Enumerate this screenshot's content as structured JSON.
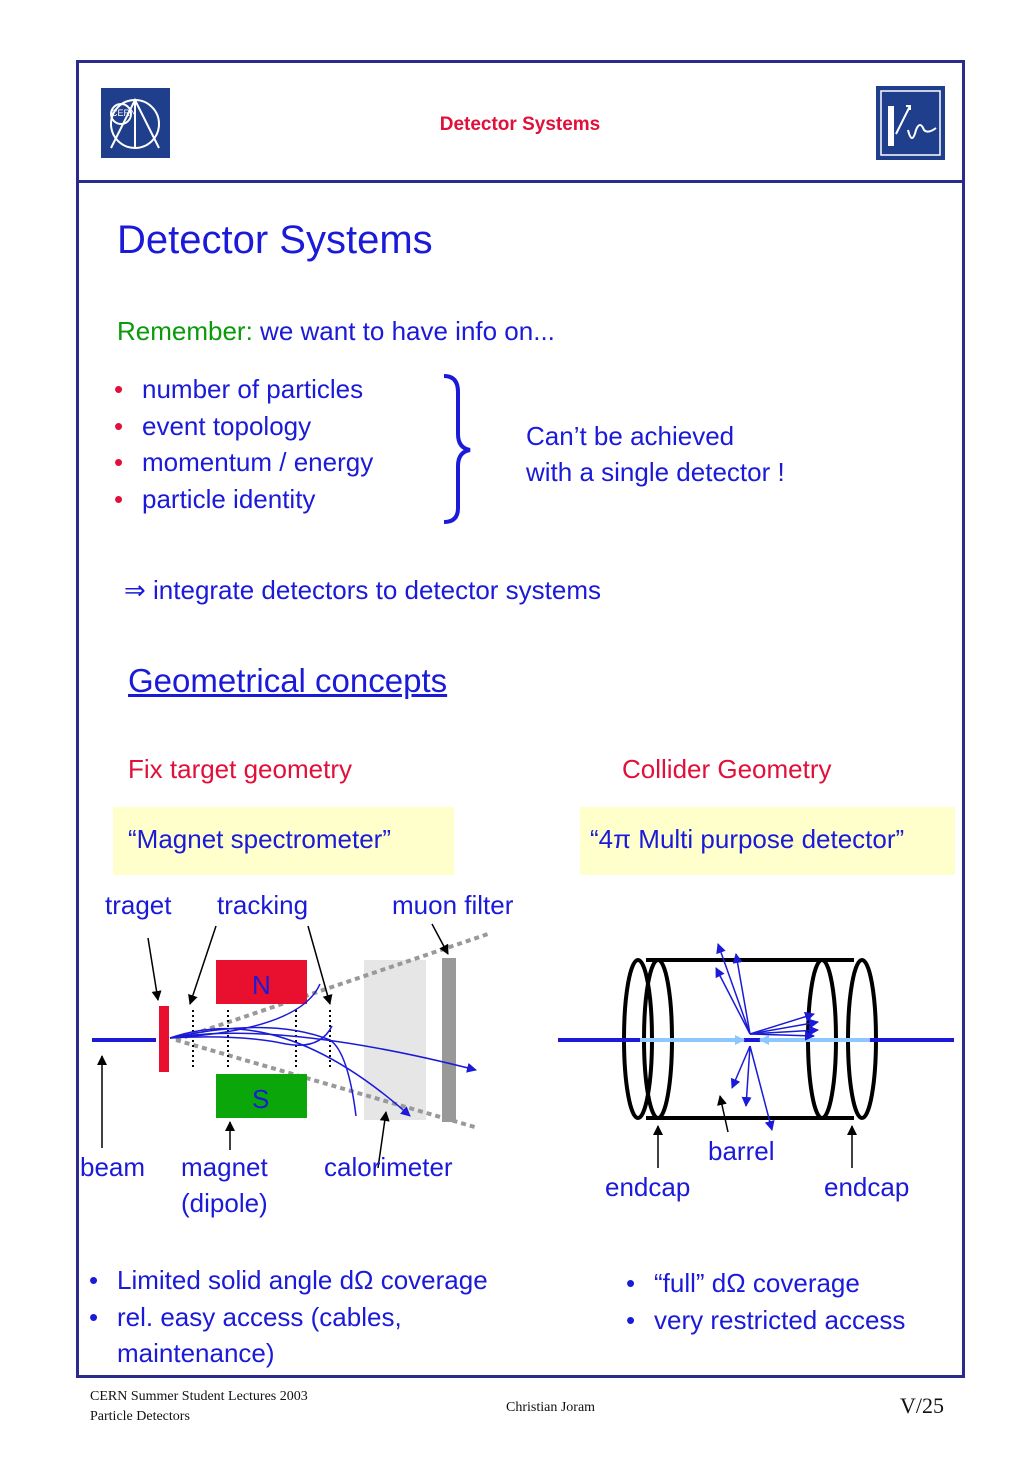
{
  "header": {
    "title": "Detector Systems",
    "left_logo": "CERN",
    "right_logo_icon": "particle-detector-logo-icon"
  },
  "main": {
    "title": "Detector Systems",
    "intro_prefix": "Remember:",
    "intro_text": " we want to have info on...",
    "needs": [
      "number of particles",
      "event topology",
      "momentum / energy",
      "particle identity"
    ],
    "bullet_char": "•",
    "conclusion_line1": "Can’t be achieved",
    "conclusion_line2": "with a single detector !",
    "implication_symbol": "⇒",
    "implication_text": " integrate detectors to detector systems",
    "section_heading": "Geometrical concepts"
  },
  "fix_target": {
    "heading": "Fix target geometry",
    "box_label": "“Magnet spectrometer”",
    "labels": {
      "target": "traget",
      "tracking": "tracking",
      "muon_filter": "muon filter",
      "magnet_north": "N",
      "magnet_south": "S",
      "beam": "beam",
      "magnet": "magnet",
      "dipole": "(dipole)",
      "calorimeter": "calorimeter"
    },
    "bullets": [
      "Limited solid angle dΩ coverage",
      "rel. easy access (cables,",
      "maintenance)"
    ]
  },
  "collider": {
    "heading": "Collider Geometry",
    "box_label": "“4π Multi purpose detector”",
    "labels": {
      "barrel": "barrel",
      "endcap_left": "endcap",
      "endcap_right": "endcap"
    },
    "bullets": [
      "“full” dΩ coverage",
      "very restricted access"
    ]
  },
  "footer": {
    "line1": "CERN Summer Student Lectures 2003",
    "line2": "Particle Detectors",
    "author": "Christian Joram",
    "page": "V/25"
  },
  "colors": {
    "frame": "#2b2b8c",
    "text_blue": "#1a1ad8",
    "accent_red": "#e0103a",
    "accent_green": "#0a9a0a",
    "highlight_yellow": "#ffffcc",
    "magnet_north": "#e8102e",
    "magnet_south": "#0aa60a"
  }
}
